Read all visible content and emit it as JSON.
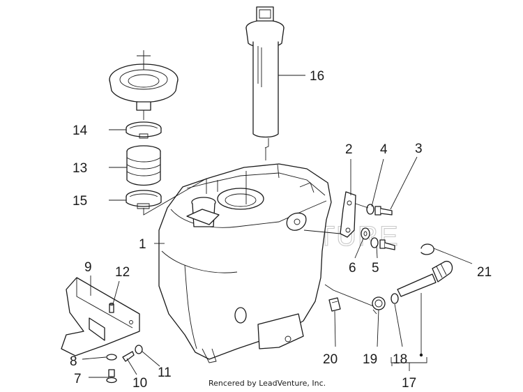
{
  "callouts": {
    "c1": "1",
    "c2": "2",
    "c3": "3",
    "c4": "4",
    "c5": "5",
    "c6": "6",
    "c7": "7",
    "c8": "8",
    "c9": "9",
    "c10": "10",
    "c11": "11",
    "c12": "12",
    "c13": "13",
    "c14": "14",
    "c15": "15",
    "c16": "16",
    "c17": "17",
    "c18": "18",
    "c19": "19",
    "c20": "20",
    "c21": "21"
  },
  "footer": {
    "credit": "Rencered by LeadVenture, Inc."
  },
  "watermark": {
    "text": "LEADVENTURE"
  }
}
